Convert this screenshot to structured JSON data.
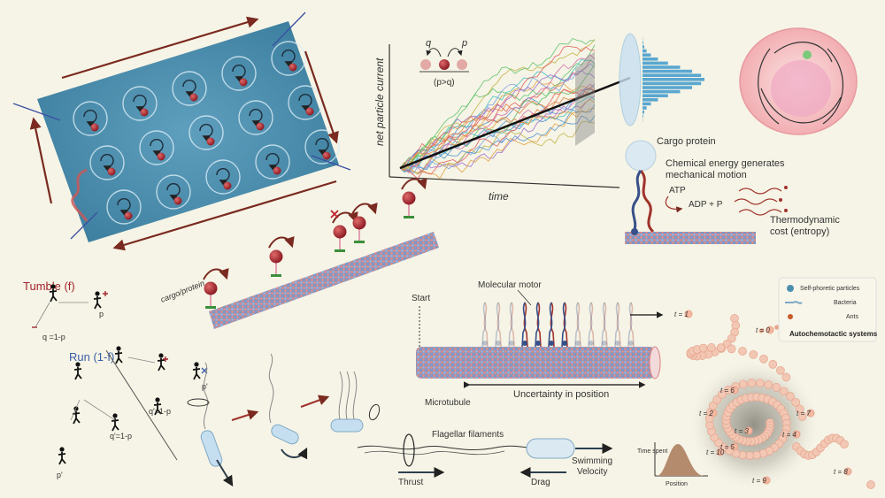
{
  "colors": {
    "background": "#f6f4e6",
    "panel_blue": "#4b8fae",
    "particle": "#a3232c",
    "arrow_dark": "#7a2a20",
    "microtubule_red": "#d98080",
    "microtubule_blue": "#6f8fc2",
    "bead": "#f2c7b4",
    "cell_pink": "#f7c6c8"
  },
  "walk_panel": {
    "q_label": "q",
    "p_label": "p",
    "condition": "(p>q)",
    "y_axis": "net particle current",
    "x_axis": "time"
  },
  "motor_panel": {
    "cargo": "Cargo protein",
    "energy_line1": "Chemical energy generates",
    "energy_line2": "mechanical motion",
    "atp": "ATP",
    "adp": "ADP + P",
    "cost_line1": "Thermodynamic",
    "cost_line2": "cost (entropy)"
  },
  "cargo_panel": {
    "label": "cargo/protein"
  },
  "run_tumble": {
    "tumble": "Tumble (f)",
    "run": "Run (1-f)",
    "q1": "q =1-p",
    "p1": "p",
    "q2": "q'=1-p",
    "q3": "q'=1-p",
    "p2": "p'",
    "p3": "p'"
  },
  "microtubule_panel": {
    "start": "Start",
    "motor": "Molecular motor",
    "microtubule": "Microtubule",
    "uncertainty": "Uncertainty in position"
  },
  "flagella_panel": {
    "filaments": "Flagellar filaments",
    "thrust": "Thrust",
    "drag": "Drag",
    "velocity_line1": "Swimming",
    "velocity_line2": "Velocity"
  },
  "chemotaxis_panel": {
    "legend_particles": "Self-phoretic particles",
    "legend_bacteria": "Bacteria",
    "legend_ants": "Ants",
    "legend_title": "Autochemotactic systems",
    "time_labels": [
      "t = 1",
      "t = 0",
      "t = 6",
      "t = 2",
      "t = 3",
      "t = 7",
      "t = 4",
      "t = 10",
      "t = 5",
      "t = 8",
      "t = 9"
    ],
    "hist_y": "Time spent",
    "hist_x": "Position"
  }
}
